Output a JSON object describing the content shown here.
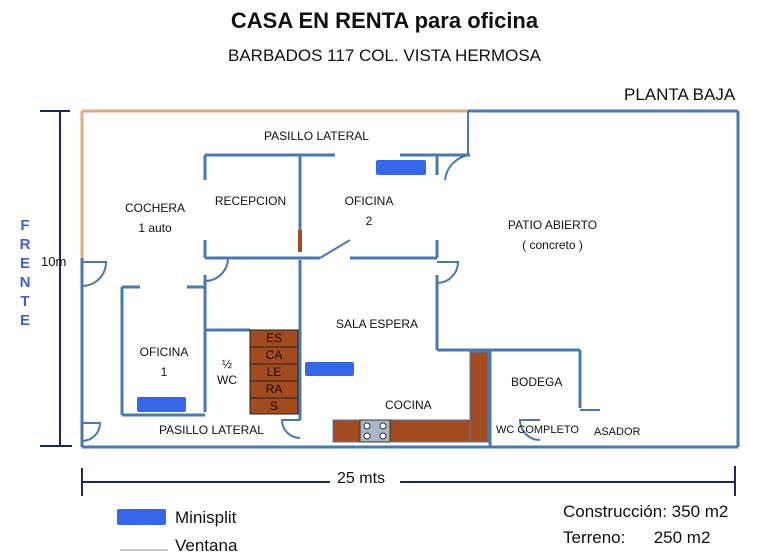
{
  "header": {
    "title": "CASA EN RENTA para oficina",
    "subtitle": "BARBADOS 117 COL. VISTA HERMOSA",
    "floor": "PLANTA BAJA"
  },
  "rooms": {
    "pasillo_top": "PASILLO LATERAL",
    "cochera_1": "COCHERA",
    "cochera_2": "1 auto",
    "recepcion": "RECEPCION",
    "oficina2_1": "OFICINA",
    "oficina2_2": "2",
    "patio_1": "PATIO ABIERTO",
    "patio_2": "( concreto )",
    "sala": "SALA ESPERA",
    "oficina1_1": "OFICINA",
    "oficina1_2": "1",
    "wc_1": "½",
    "wc_2": "WC",
    "escaleras": [
      "ES",
      "CA",
      "LE",
      "RA",
      "S"
    ],
    "bodega": "BODEGA",
    "cocina": "COCINA",
    "pasillo_bottom": "PASILLO LATERAL",
    "wc_completo": "WC COMPLETO",
    "asador": "ASADOR"
  },
  "frente": [
    "F",
    "R",
    "E",
    "N",
    "T",
    "E"
  ],
  "dimensions": {
    "height": "10m",
    "width": "25 mts"
  },
  "legend": {
    "minisplit": "Minisplit",
    "ventana": "Ventana"
  },
  "stats": {
    "construccion": "Construcción: 350 m2",
    "terreno": "Terreno:      250 m2"
  },
  "colors": {
    "wall": "#4a78b0",
    "window": "#e0a98a",
    "minisplit": "#3567e8",
    "stairs": "#a14b1e",
    "dimension": "#1a2c5a"
  }
}
